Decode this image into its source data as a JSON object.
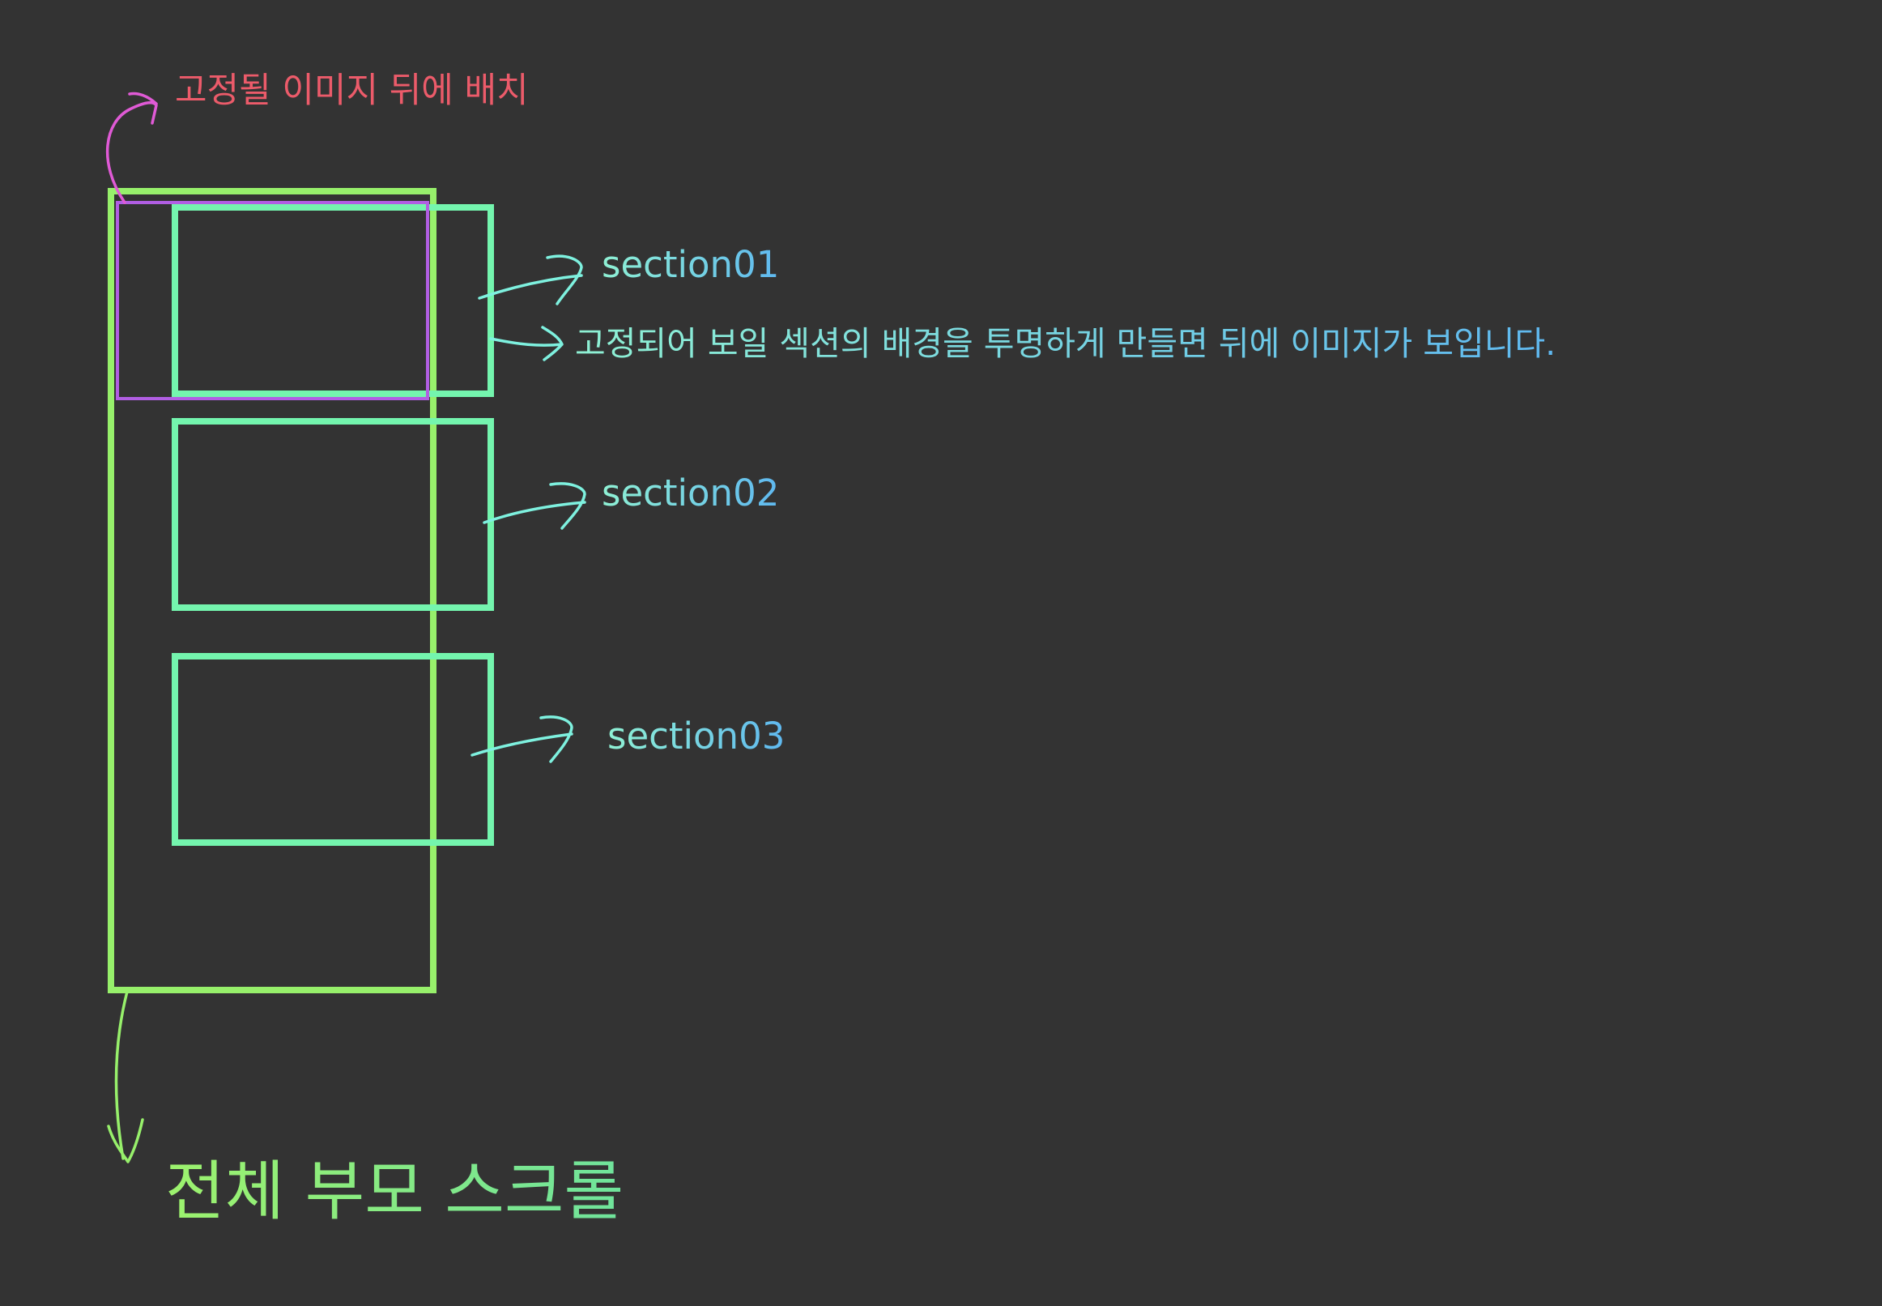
{
  "diagram": {
    "fixed_image_label": "고정될 이미지 뒤에 배치",
    "sections": [
      {
        "label": "section01"
      },
      {
        "label": "section02"
      },
      {
        "label": "section03"
      }
    ],
    "transparency_note": "고정되어 보일 섹션의 배경을 투명하게 만들면 뒤에 이미지가 보입니다.",
    "parent_scroll_label": "전체 부모 스크롤"
  },
  "colors": {
    "background": "#333333",
    "parent_container": "#97f06b",
    "section_box": "#74f5ae",
    "fixed_image_box": "#b15ee3",
    "pink_arrow": "#e05ad6",
    "cyan_arrow": "#7ef1df",
    "red_text": "#ec5b6a",
    "cyan_text": "#69c5f1",
    "green_text": "#8def6f"
  }
}
